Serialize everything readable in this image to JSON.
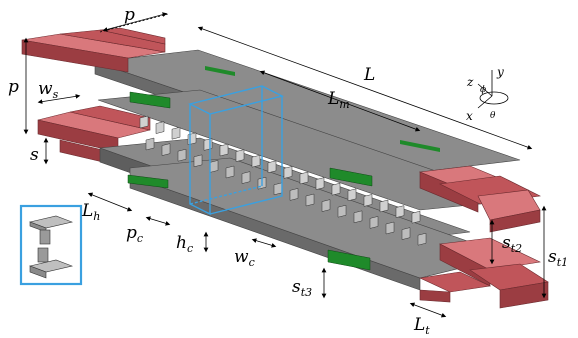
{
  "diagram": {
    "labels": {
      "p_top": "p",
      "p_left": "p",
      "L": "L",
      "L_m": "L",
      "L_m_sub": "m",
      "w_s": "w",
      "w_s_sub": "s",
      "s": "s",
      "L_h": "L",
      "L_h_sub": "h",
      "p_c": "p",
      "p_c_sub": "c",
      "h_c": "h",
      "h_c_sub": "c",
      "w_c": "w",
      "w_c_sub": "c",
      "s_t2": "s",
      "s_t2_sub": "t2",
      "s_t1": "s",
      "s_t1_sub": "t1",
      "s_t3": "s",
      "s_t3_sub": "t3",
      "L_t": "L",
      "L_t_sub": "t"
    },
    "axes": {
      "x": "x",
      "y": "y",
      "z": "z",
      "phi": "ϕ",
      "theta": "θ"
    },
    "colors": {
      "metal_top": "#8a8a8a",
      "metal_side": "#6e6e6e",
      "metal_dark": "#555555",
      "port_red": "#c0555a",
      "port_red_dark": "#9b3d42",
      "port_red_light": "#d9787c",
      "green_pad": "#1f8a2a",
      "highlight_blue": "#3aa0e0"
    }
  }
}
